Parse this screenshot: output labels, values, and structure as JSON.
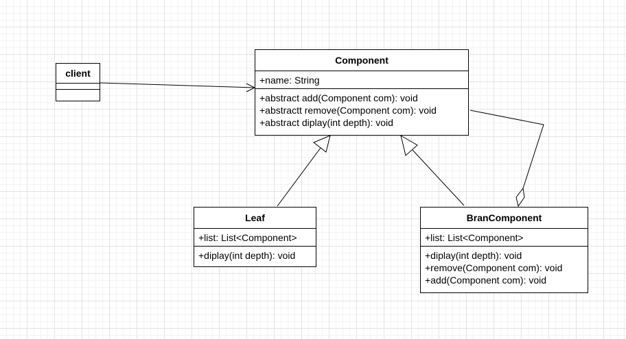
{
  "classes": {
    "client": {
      "name": "client"
    },
    "component": {
      "name": "Component",
      "attributes": [
        "+name: String"
      ],
      "methods": [
        "+abstract add(Component com): void",
        "+abstractt remove(Component com): void",
        "+abstract diplay(int depth): void"
      ]
    },
    "leaf": {
      "name": "Leaf",
      "attributes": [
        "+list: List<Component>"
      ],
      "methods": [
        "+diplay(int depth): void"
      ]
    },
    "bran": {
      "name": "BranComponent",
      "attributes": [
        "+list: List<Component>"
      ],
      "methods": [
        "+diplay(int depth): void",
        "+remove(Component com): void",
        "+add(Component com): void"
      ]
    }
  },
  "relationships": [
    {
      "from": "client",
      "to": "Component",
      "type": "association"
    },
    {
      "from": "Leaf",
      "to": "Component",
      "type": "generalization"
    },
    {
      "from": "BranComponent",
      "to": "Component",
      "type": "generalization"
    },
    {
      "from": "BranComponent",
      "to": "Component",
      "type": "aggregation"
    }
  ]
}
